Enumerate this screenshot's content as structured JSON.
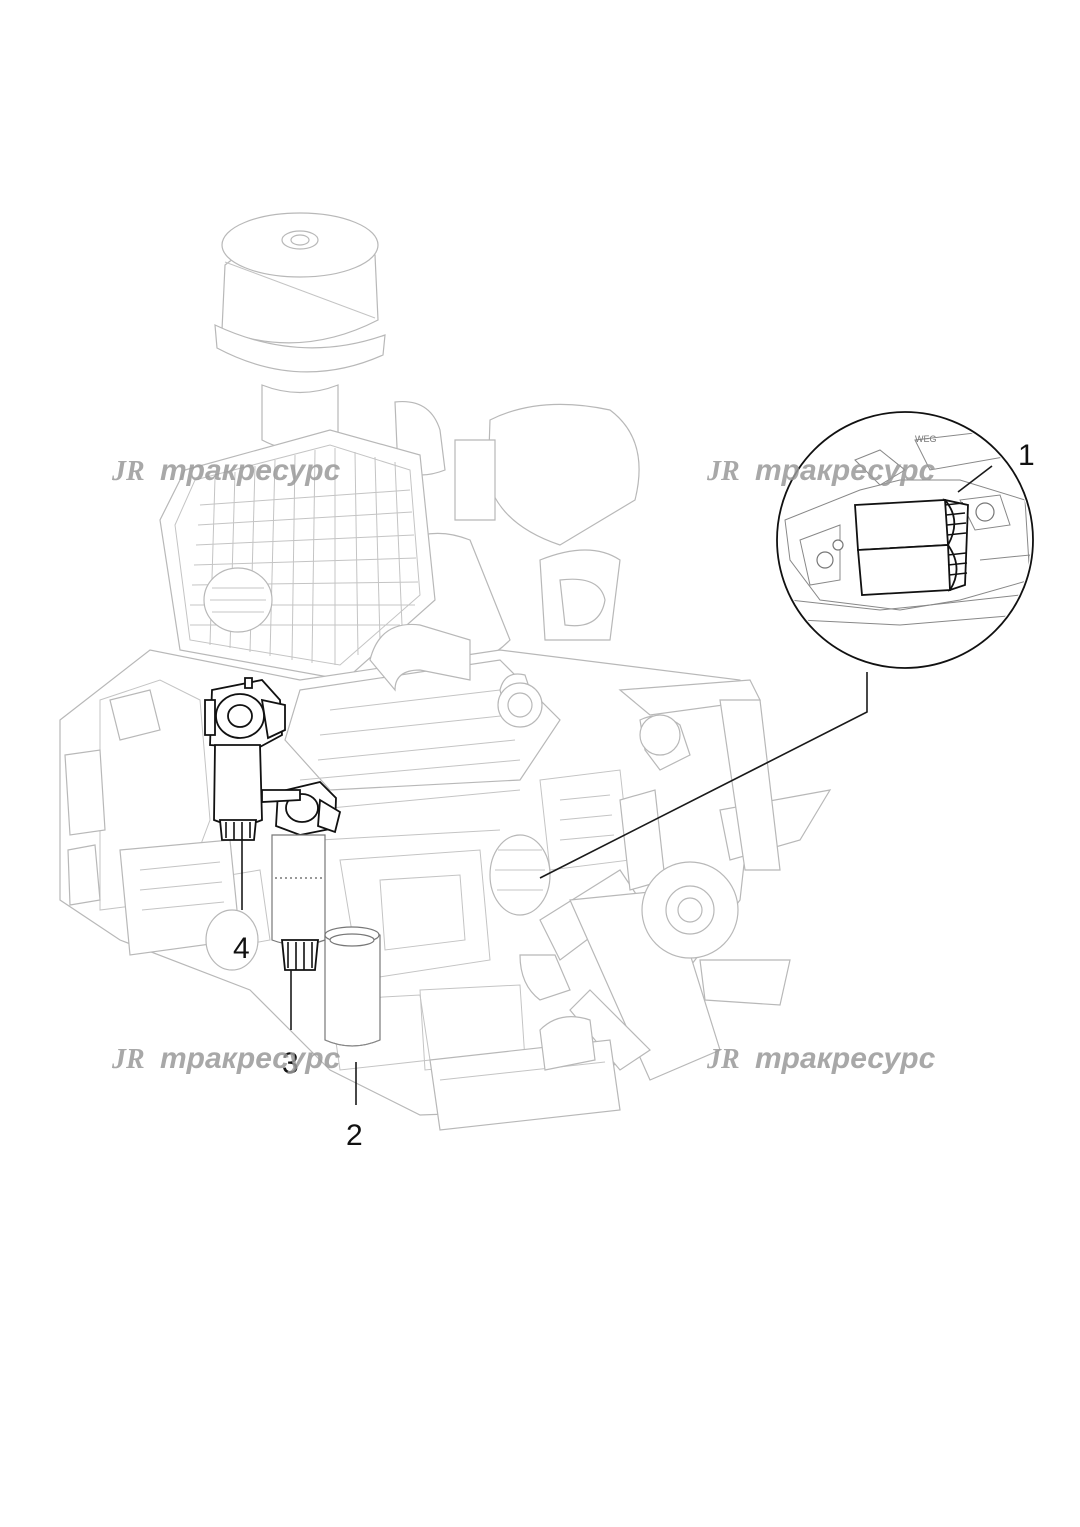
{
  "watermark": {
    "logo_mark": "JR",
    "text": "тракресурс"
  },
  "callouts": [
    {
      "number": "1",
      "part": "filter-cartridge-pair"
    },
    {
      "number": "2",
      "part": "oil-filter"
    },
    {
      "number": "3",
      "part": "secondary-fuel-filter"
    },
    {
      "number": "4",
      "part": "primary-fuel-filter-water-separator"
    }
  ],
  "colors": {
    "line_dark": "#111111",
    "line_faint": "#b8b8b8",
    "watermark": "#9a9a9a"
  }
}
